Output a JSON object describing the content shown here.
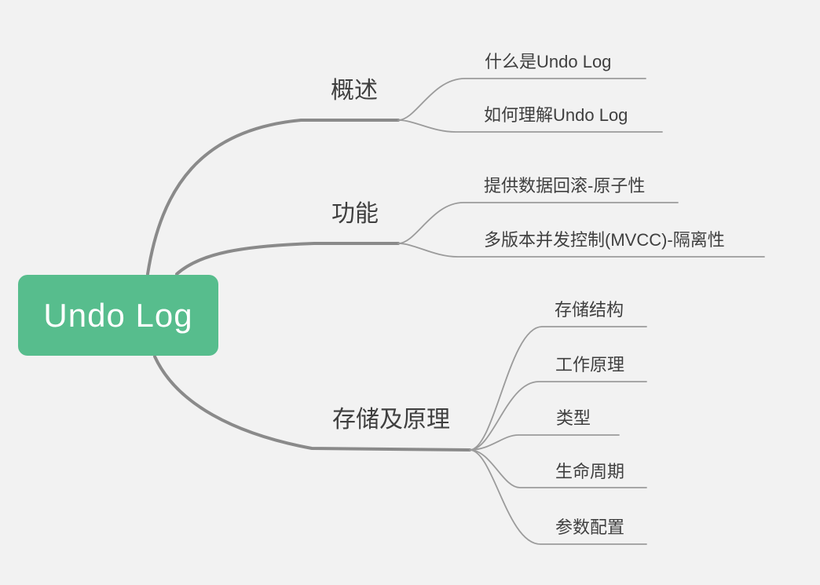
{
  "canvas": {
    "background_color": "#f2f2f2"
  },
  "colors": {
    "root_fill": "#57bd8d",
    "root_text": "#ffffff",
    "node_text": "#3f3f3f",
    "branch_line": "#8a8a8a",
    "child_line": "#9b9b9b"
  },
  "root": {
    "label": "Undo Log"
  },
  "branches": [
    {
      "label": "概述",
      "children": [
        {
          "label": "什么是Undo Log"
        },
        {
          "label": "如何理解Undo Log"
        }
      ]
    },
    {
      "label": "功能",
      "children": [
        {
          "label": "提供数据回滚-原子性"
        },
        {
          "label": "多版本并发控制(MVCC)-隔离性"
        }
      ]
    },
    {
      "label": "存储及原理",
      "children": [
        {
          "label": "存储结构"
        },
        {
          "label": "工作原理"
        },
        {
          "label": "类型"
        },
        {
          "label": "生命周期"
        },
        {
          "label": "参数配置"
        }
      ]
    }
  ]
}
